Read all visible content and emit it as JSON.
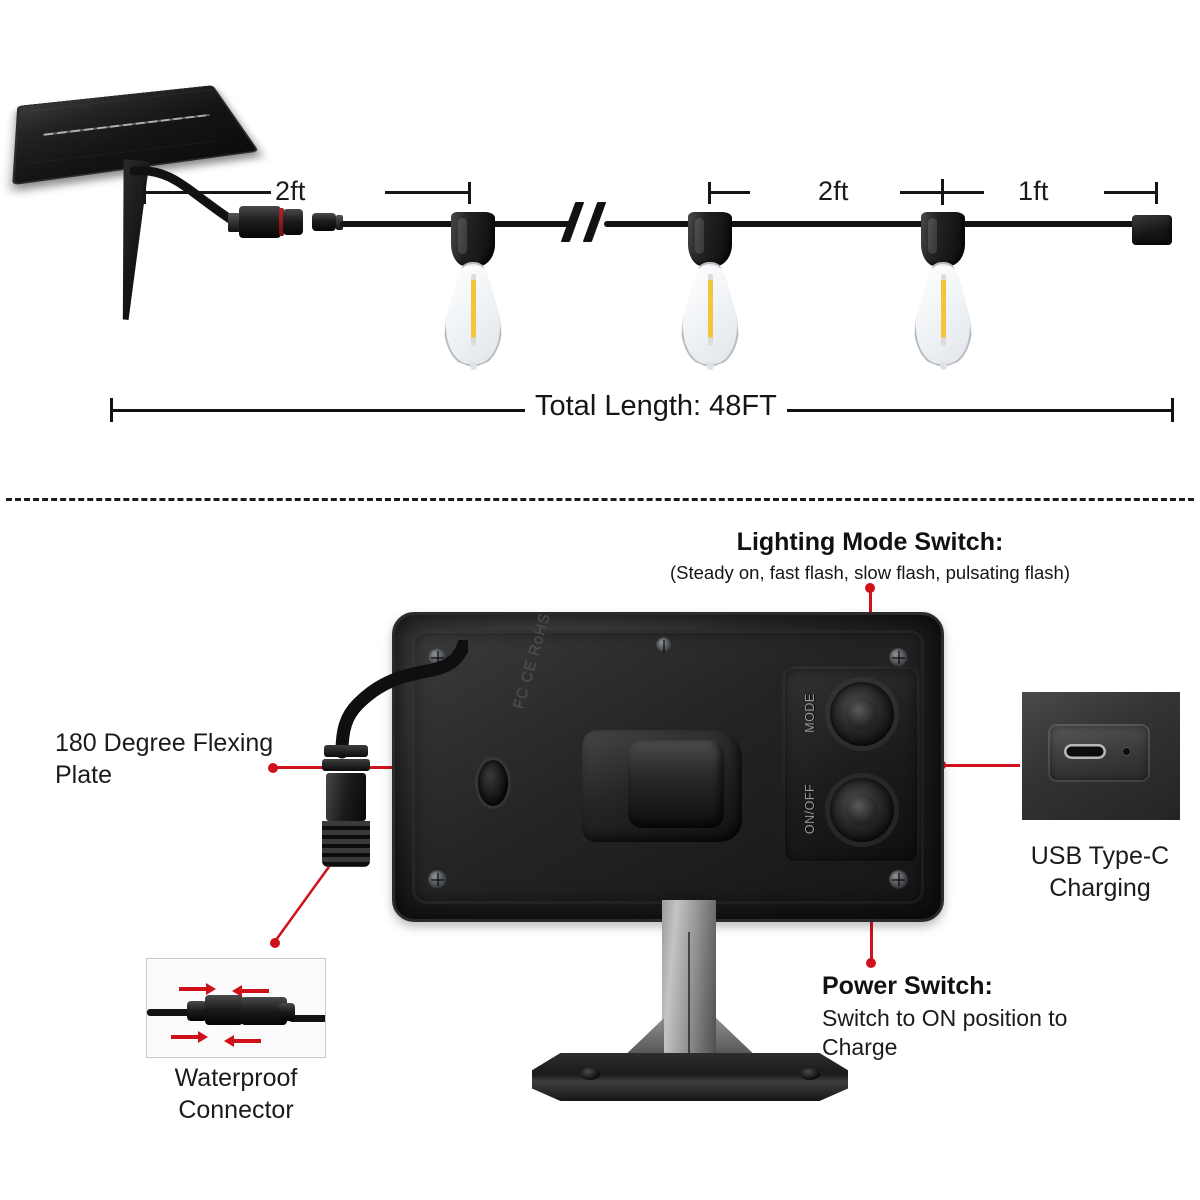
{
  "top_diagram": {
    "segment_labels": [
      {
        "id": "lead-2ft",
        "text": "2ft"
      },
      {
        "id": "spacing-2ft",
        "text": "2ft"
      },
      {
        "id": "tail-1ft",
        "text": "1ft"
      }
    ],
    "total_length_label": "Total Length: 48FT",
    "parts": {
      "solar_panel": "solar-panel",
      "ground_stake": "ground-stake",
      "waterproof_connector": "waterproof-connector",
      "bulbs_shown": 3,
      "break_symbol": "//",
      "end_cap": "end-cap"
    }
  },
  "bottom_diagram": {
    "callouts": [
      {
        "id": "lighting-mode-switch",
        "title": "Lighting Mode Switch:",
        "subtitle": "(Steady on, fast flash, slow flash, pulsating flash)"
      },
      {
        "id": "flexing-plate",
        "title": "180 Degree\nFlexing Plate",
        "subtitle": ""
      },
      {
        "id": "power-switch",
        "title": "Power Switch:",
        "subtitle": "Switch to ON position\nto Charge"
      },
      {
        "id": "usb-charging",
        "title": "USB\nType-C Charging",
        "subtitle": ""
      },
      {
        "id": "waterproof-connector",
        "title": "Waterproof\nConnector",
        "subtitle": ""
      }
    ],
    "device_labels": {
      "mode_button": "MODE",
      "power_button": "ON/OFF",
      "certification_marks": "FC  CE  RoHS"
    }
  },
  "colors": {
    "leader_line": "#cf1119",
    "text": "#1b1b1b",
    "body": "#121212",
    "filament": "#f3c53c"
  }
}
